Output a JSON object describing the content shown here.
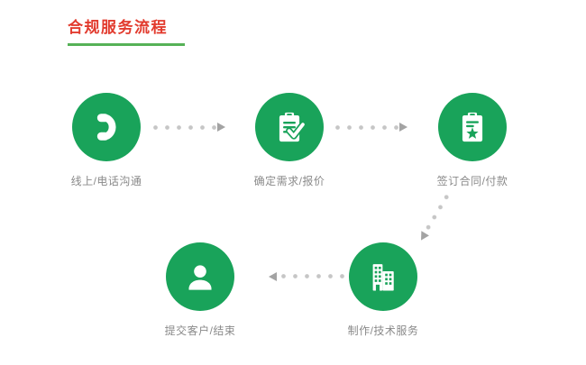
{
  "title": {
    "text": "合规服务流程"
  },
  "colors": {
    "title_red": "#e23b2e",
    "underline_green": "#56b257",
    "circle_green": "#19a35a",
    "label_gray": "#8a8a8a",
    "arrow_dot_gray": "#c6c6c6",
    "arrow_head_gray": "#a3a3a3"
  },
  "flow": {
    "steps": [
      {
        "label": "线上/电话沟通",
        "icon": "phone-icon"
      },
      {
        "label": "确定需求/报价",
        "icon": "clipboard-check-icon"
      },
      {
        "label": "签订合同/付款",
        "icon": "clipboard-star-icon"
      },
      {
        "label": "制作/技术服务",
        "icon": "building-icon"
      },
      {
        "label": "提交客户/结束",
        "icon": "person-icon"
      }
    ],
    "arrows": [
      {
        "from": "线上/电话沟通",
        "to": "确定需求/报价",
        "direction": "right"
      },
      {
        "from": "确定需求/报价",
        "to": "签订合同/付款",
        "direction": "right"
      },
      {
        "from": "签订合同/付款",
        "to": "制作/技术服务",
        "direction": "down-left"
      },
      {
        "from": "制作/技术服务",
        "to": "提交客户/结束",
        "direction": "left"
      }
    ]
  }
}
